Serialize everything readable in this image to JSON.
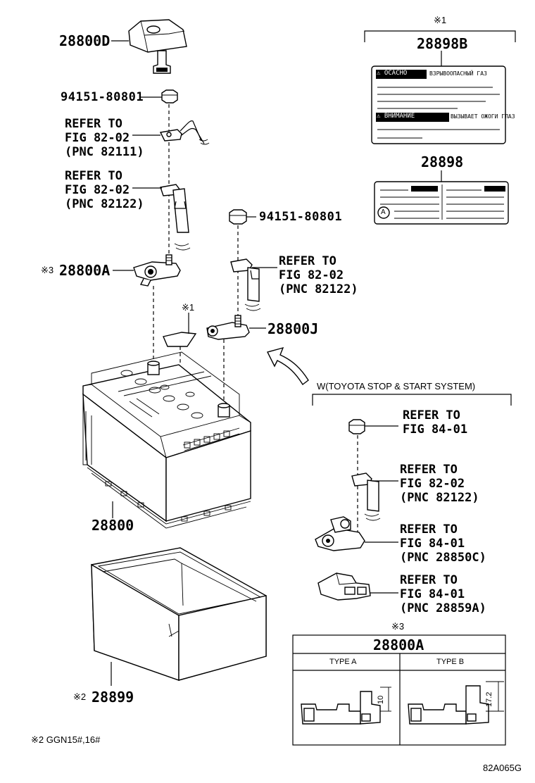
{
  "parts": {
    "terminal_cover": "28800D",
    "nut_top": "94151-80801",
    "refer_cable_1": "REFER TO\nFIG 82-02\n(PNC 82111)",
    "refer_cable_2": "REFER TO\nFIG 82-02\n(PNC 82122)",
    "clamp_a_mark": "※3",
    "clamp_a": "28800A",
    "nut_right": "94151-80801",
    "refer_cable_3": "REFER TO\nFIG 82-02\n(PNC 82122)",
    "note1_mark": "※1",
    "clamp_j": "28800J",
    "battery": "28800",
    "tray_mark": "※2",
    "tray": "28899"
  },
  "labels_box": {
    "mark": "※1",
    "label_b": "28898B",
    "label": "28898",
    "label_b_text1": "⚠ ОСАСНО",
    "label_b_text2": "ВЗРЫВООПАСНЫЙ ГАЗ",
    "label_b_text3": "⚠ ВНИМАНИЕ",
    "label_b_text4": "ВЫЗЫВАЕТ ОЖОГИ ГЛАЗ",
    "label_circle": "A"
  },
  "stop_start": {
    "heading": "W(TOYOTA STOP & START SYSTEM)",
    "refer_nut": "REFER TO\nFIG 84-01",
    "refer_cable": "REFER TO\nFIG 82-02\n(PNC 82122)",
    "refer_sensor": "REFER TO\nFIG 84-01\n(PNC 28850C)",
    "refer_clamp": "REFER TO\nFIG 84-01\n(PNC 28859A)"
  },
  "type_table": {
    "mark": "※3",
    "title": "28800A",
    "col_a": "TYPE A",
    "col_b": "TYPE B",
    "dim_a": "10",
    "dim_b": "17.2"
  },
  "footnote": "※2 GGN15#,16#",
  "figure_code": "82A065G"
}
